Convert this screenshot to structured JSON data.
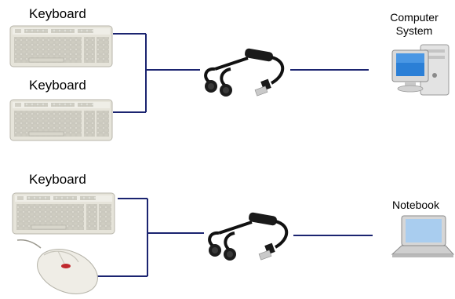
{
  "top_setup": {
    "keyboard_1_label": "Keyboard",
    "keyboard_2_label": "Keyboard",
    "target_label_line1": "Computer",
    "target_label_line2": "System"
  },
  "bottom_setup": {
    "keyboard_label": "Keyboard",
    "target_label": "Notebook"
  },
  "colors": {
    "line": "#1b2470",
    "keyboard_body": "#e4e2d8",
    "keyboard_keys": "#cfcdc2",
    "cable": "#111111",
    "monitor_screen": "#2b7fd6",
    "notebook_screen": "#a9cdef"
  }
}
